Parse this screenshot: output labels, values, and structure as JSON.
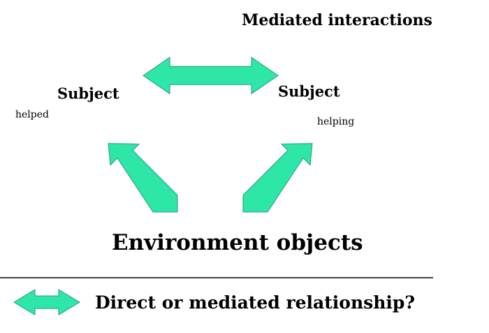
{
  "title": "Mediated interactions",
  "subject_left": {
    "label": "Subject",
    "sub": "helped"
  },
  "subject_right": {
    "label": "Subject",
    "sub": "helping"
  },
  "environment": "Environment objects",
  "legend": {
    "label": "Direct or mediated relationship?"
  },
  "colors": {
    "arrow_fill": "#2ee6a6",
    "arrow_stroke": "#1f9e77",
    "divider": "#000000"
  }
}
